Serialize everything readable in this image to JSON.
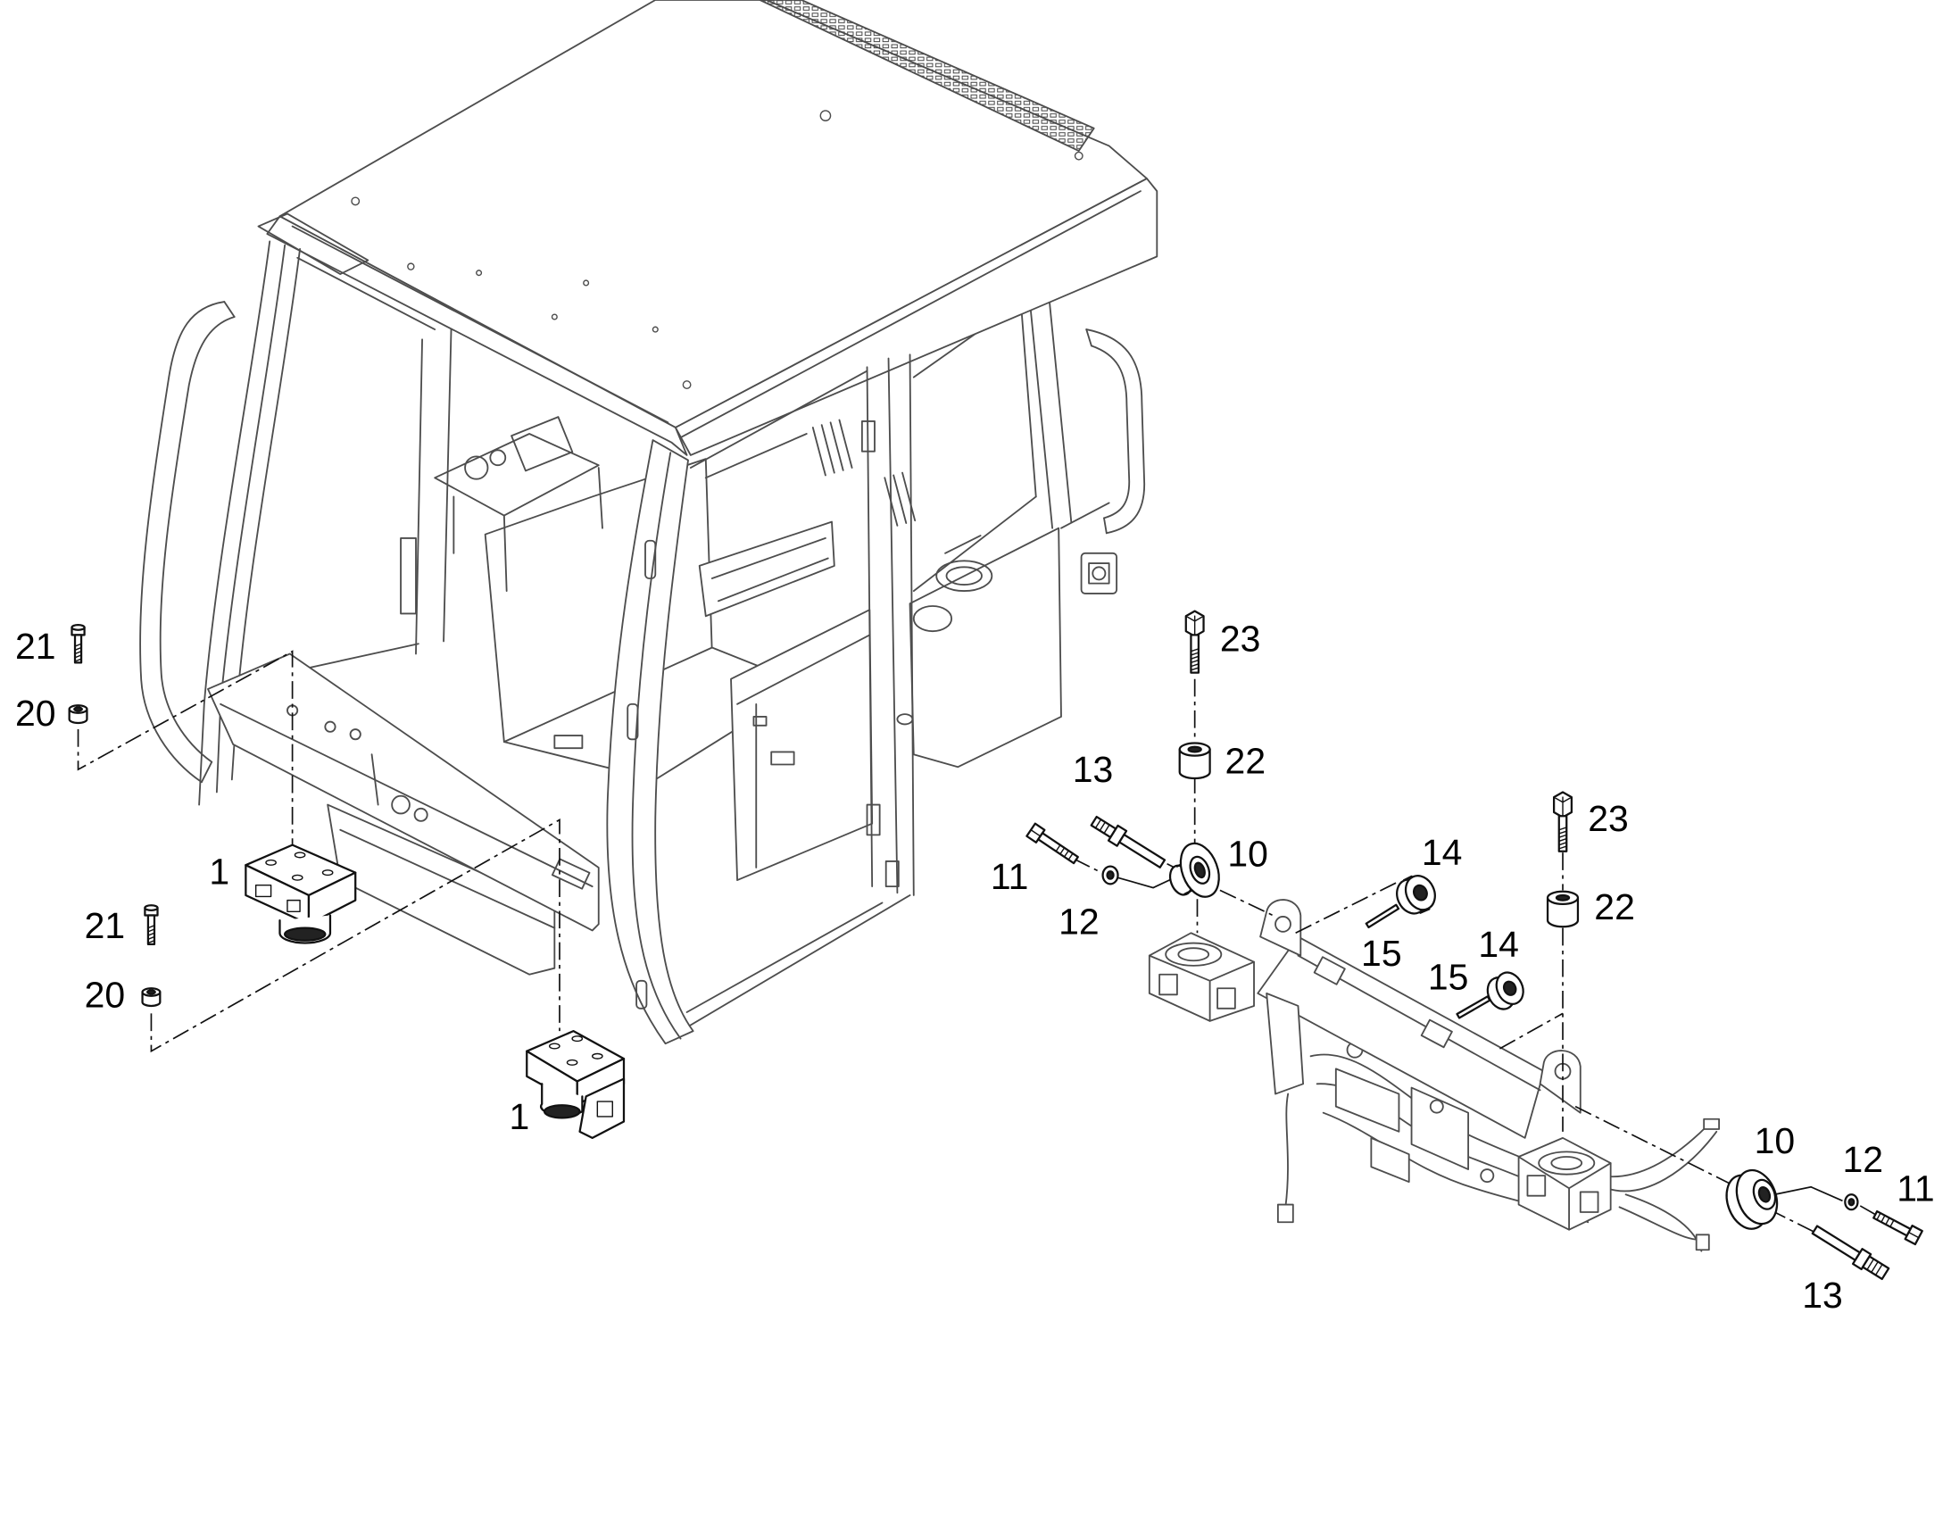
{
  "colors": {
    "line": "#111111",
    "cab_line": "#4d4d4d",
    "background": "#ffffff"
  },
  "callouts": [
    "21",
    "20",
    "1",
    "21",
    "20",
    "1",
    "23",
    "22",
    "13",
    "10",
    "11",
    "12",
    "14",
    "15",
    "23",
    "22",
    "14",
    "15",
    "10",
    "12",
    "11",
    "13"
  ]
}
